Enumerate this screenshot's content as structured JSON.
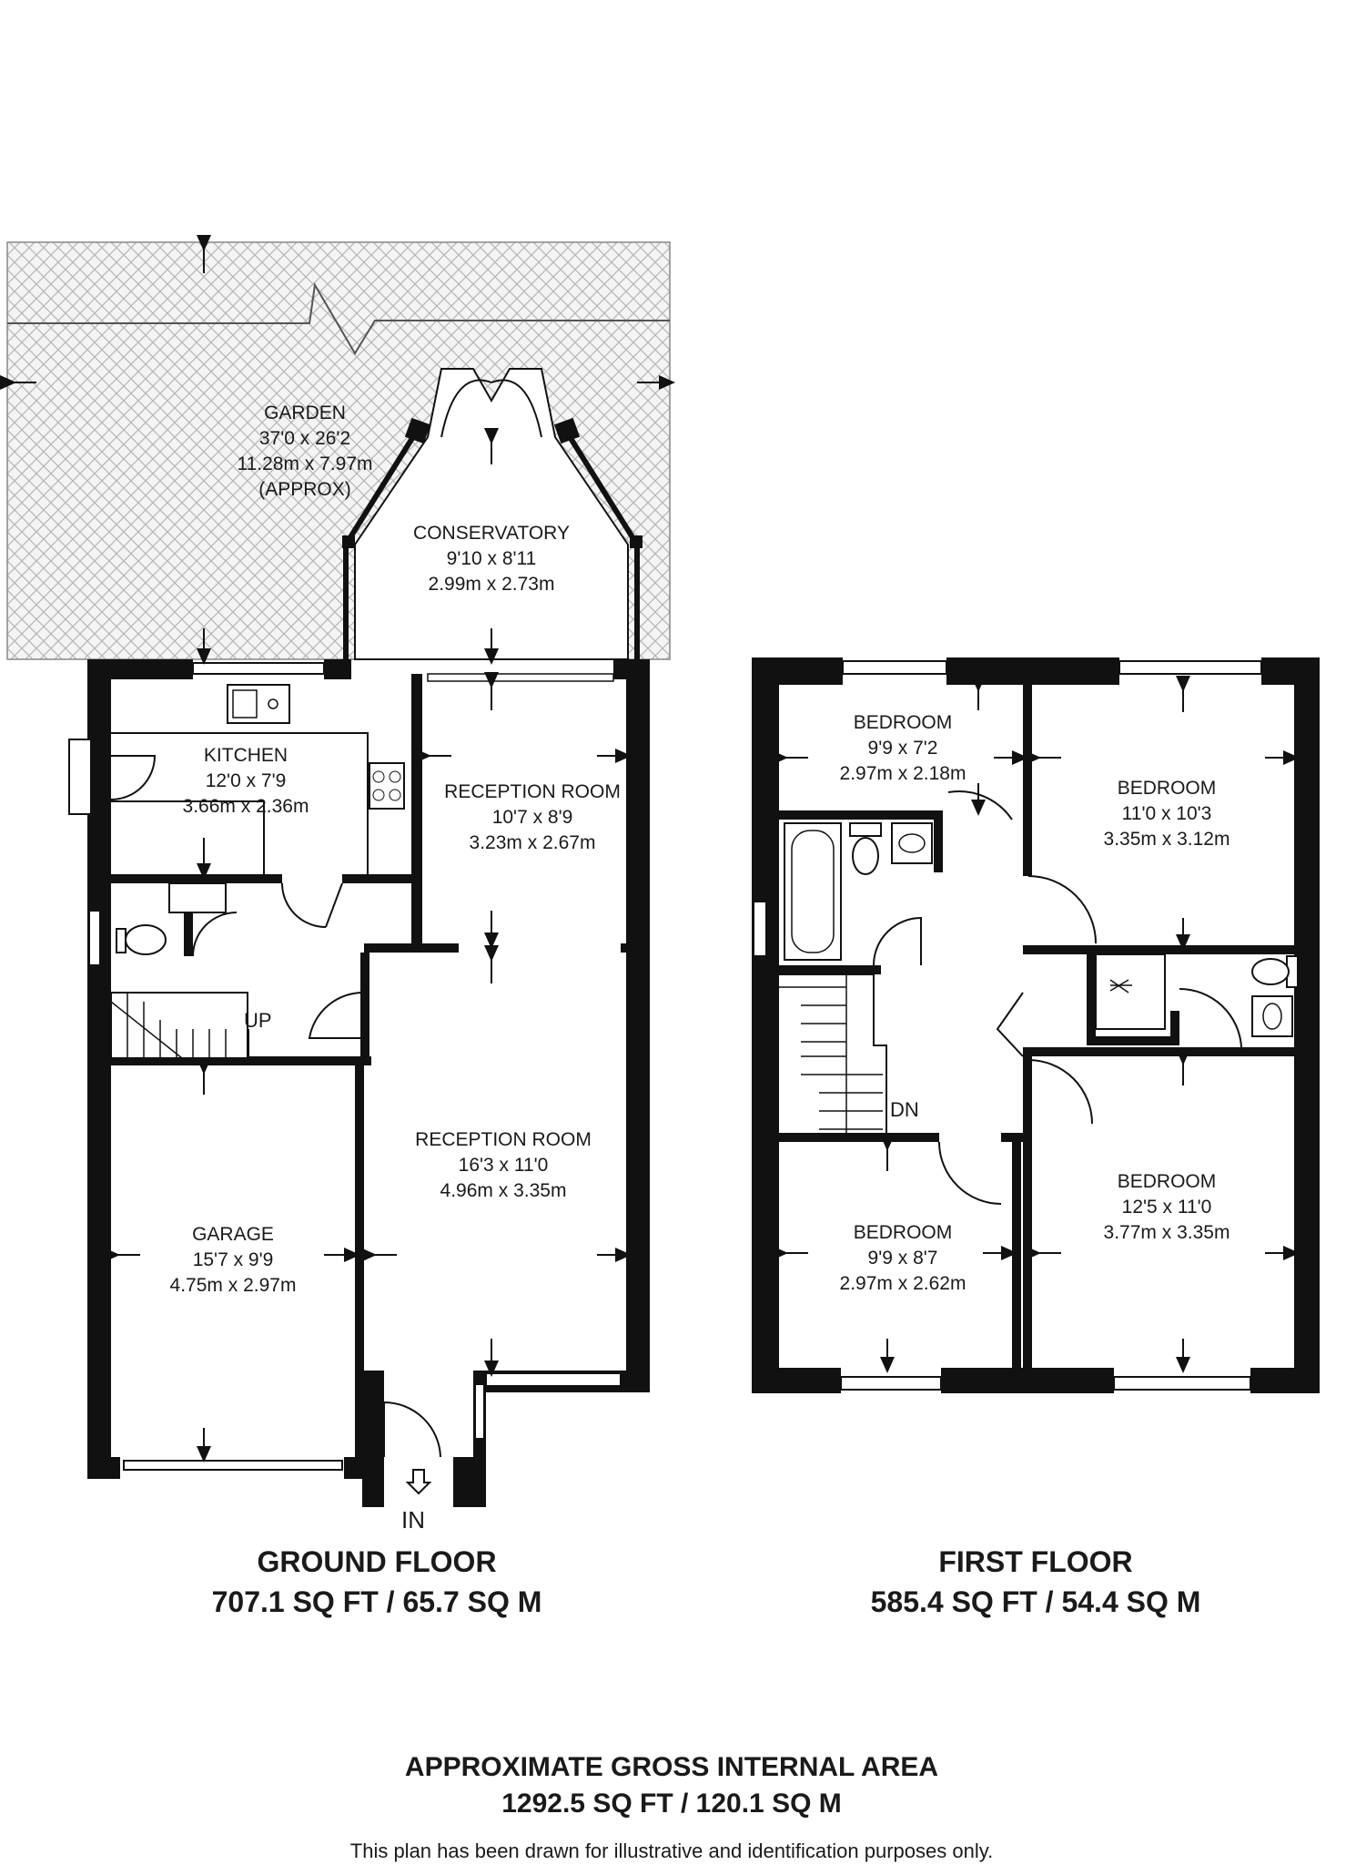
{
  "ground_floor": {
    "title": "GROUND FLOOR",
    "area": "707.1 SQ FT / 65.7 SQ M",
    "rooms": {
      "garden": {
        "name": "GARDEN",
        "imperial": "37'0 x 26'2",
        "metric": "11.28m x 7.97m",
        "note": "(APPROX)"
      },
      "conservatory": {
        "name": "CONSERVATORY",
        "imperial": "9'10 x 8'11",
        "metric": "2.99m x 2.73m"
      },
      "kitchen": {
        "name": "KITCHEN",
        "imperial": "12'0 x 7'9",
        "metric": "3.66m x 2.36m"
      },
      "reception_1": {
        "name": "RECEPTION ROOM",
        "imperial": "10'7 x 8'9",
        "metric": "3.23m x 2.67m"
      },
      "reception_2": {
        "name": "RECEPTION ROOM",
        "imperial": "16'3 x 11'0",
        "metric": "4.96m x 3.35m"
      },
      "garage": {
        "name": "GARAGE",
        "imperial": "15'7 x 9'9",
        "metric": "4.75m x 2.97m"
      }
    },
    "stairs_label": "UP",
    "entrance_label": "IN"
  },
  "first_floor": {
    "title": "FIRST FLOOR",
    "area": "585.4 SQ FT / 54.4 SQ M",
    "rooms": {
      "bedroom_1": {
        "name": "BEDROOM",
        "imperial": "9'9 x 7'2",
        "metric": "2.97m x 2.18m"
      },
      "bedroom_2": {
        "name": "BEDROOM",
        "imperial": "11'0 x 10'3",
        "metric": "3.35m x 3.12m"
      },
      "bedroom_3": {
        "name": "BEDROOM",
        "imperial": "9'9 x 8'7",
        "metric": "2.97m x 2.62m"
      },
      "bedroom_4": {
        "name": "BEDROOM",
        "imperial": "12'5 x 11'0",
        "metric": "3.77m x 3.35m"
      }
    },
    "stairs_label": "DN"
  },
  "total": {
    "title": "APPROXIMATE GROSS INTERNAL AREA",
    "area": "1292.5 SQ FT / 120.1 SQ M"
  },
  "disclaimer": "This plan has been drawn for illustrative and identification purposes only."
}
